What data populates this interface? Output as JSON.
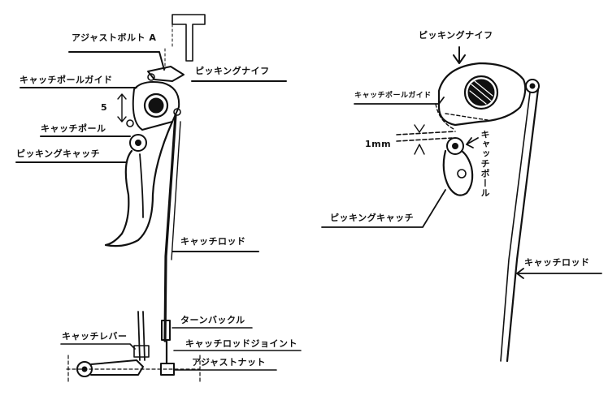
{
  "labels": {
    "adjust_bolt_a": "アジャストボルト A",
    "picking_knife_left": "ピッキングナイフ",
    "catch_pawl_guide_left": "キャッチポールガイド",
    "dim_5": "5",
    "catch_pawl_left": "キャッチポール",
    "picking_catch_left": "ピッキングキャッチ",
    "catch_rod_left": "キャッチロッド",
    "turnbuckle": "ターンバックル",
    "catch_lever": "キャッチレバー",
    "catch_rod_joint": "キャッチロッドジョイント",
    "adjust_nut": "アジャストナット",
    "picking_knife_right": "ピッキングナイフ",
    "catch_pawl_guide_right": "キャッチポールガイド",
    "dim_1mm": "1mm",
    "catch_pawl_right": "キャッチポール",
    "picking_catch_right": "ピッキングキャッチ",
    "catch_rod_right": "キャッチロッド"
  }
}
